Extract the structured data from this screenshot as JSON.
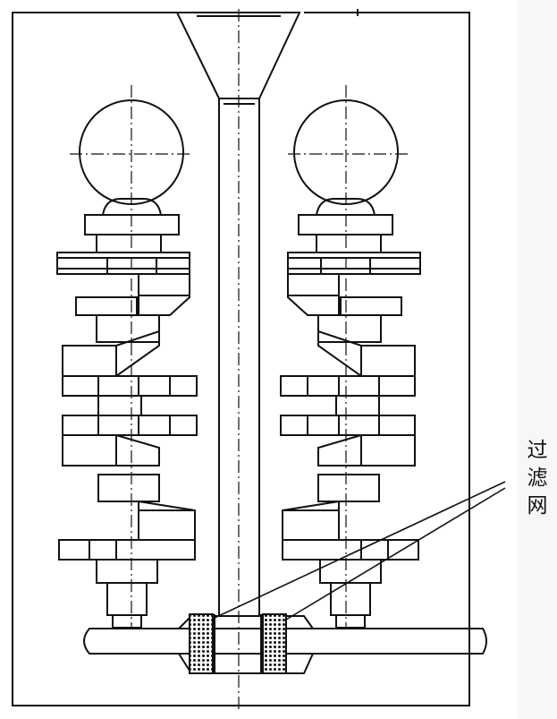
{
  "callout": {
    "chars": [
      "过",
      "滤",
      "网"
    ]
  },
  "colors": {
    "line": "#111111",
    "background": "#ffffff"
  }
}
